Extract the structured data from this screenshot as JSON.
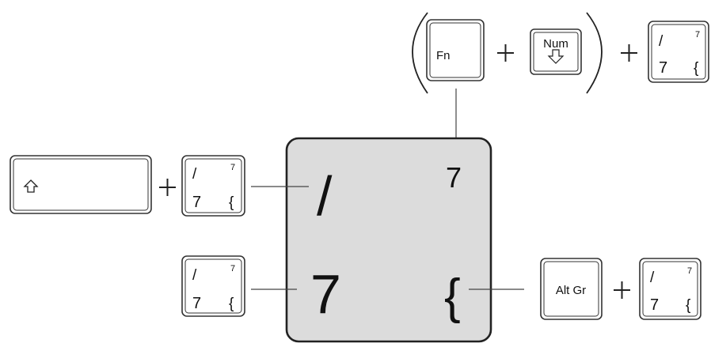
{
  "colors": {
    "big_key_fill": "#dcdcdc",
    "key_fill": "#ffffff",
    "stroke": "#222222"
  },
  "big_key": {
    "top_left": "/",
    "top_right": "7",
    "bottom_left": "7",
    "bottom_right": "{"
  },
  "small_key": {
    "top_left": "/",
    "top_right": "7",
    "bottom_left": "7",
    "bottom_right": "{"
  },
  "keys": {
    "fn": "Fn",
    "num": "Num",
    "alt_gr": "Alt Gr",
    "shift_icon": "shift-arrow-icon",
    "num_icon": "down-arrow-icon"
  }
}
